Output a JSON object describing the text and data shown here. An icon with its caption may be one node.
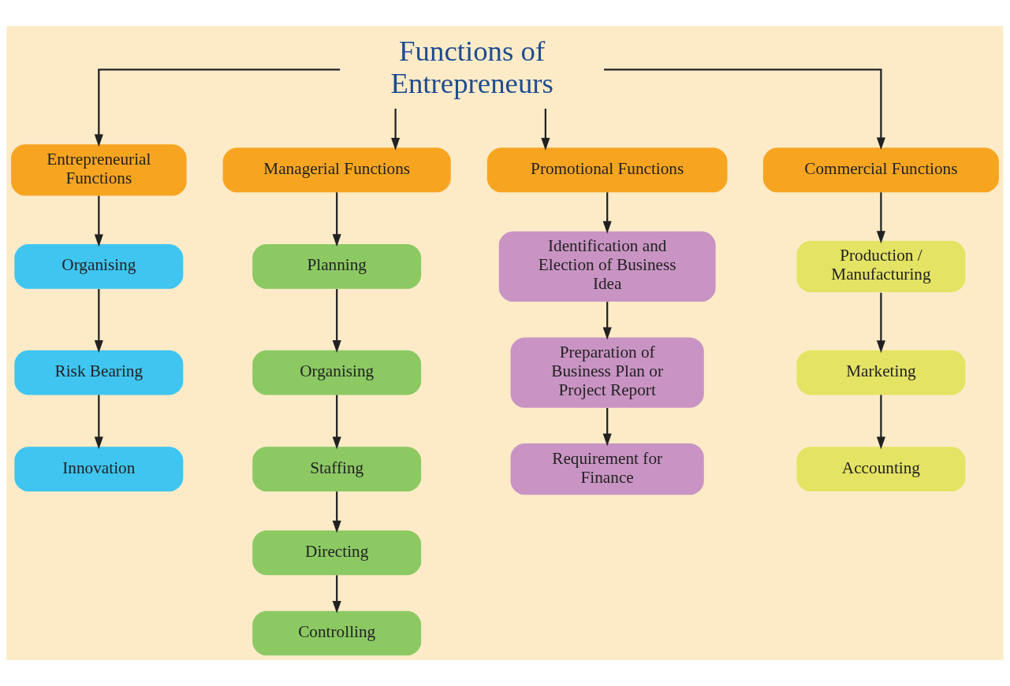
{
  "diagram": {
    "nodes": [
      {
        "text": [
          "Functions of Entrepreneurs"
        ]
      },
      {
        "text": [
          "Entrepreneurial Functions"
        ]
      },
      {
        "text": [
          "Organising"
        ]
      },
      {
        "text": [
          "Risk Bearing"
        ]
      },
      {
        "text": [
          "Innovation"
        ]
      },
      {
        "text": [
          "Managerial Functions"
        ]
      },
      {
        "text": [
          "Planning"
        ]
      },
      {
        "text": [
          "Organising"
        ]
      },
      {
        "text": [
          "Staffing"
        ]
      },
      {
        "text": [
          "Directing"
        ]
      },
      {
        "text": [
          "Controlling"
        ]
      },
      {
        "text": [
          "Promotional Functions"
        ]
      },
      {
        "text": [
          "Identification and Election of Business Idea"
        ]
      },
      {
        "text": [
          "Preparation of Business Plan or Project Report"
        ]
      },
      {
        "text": [
          "Requirement for Finance"
        ]
      },
      {
        "text": [
          "Commercial Functions"
        ]
      },
      {
        "text": [
          "Production / Manufacturing"
        ]
      },
      {
        "text": [
          "Marketing"
        ]
      },
      {
        "text": [
          "Accounting"
        ]
      }
    ],
    "edges": [
      {
        "from": 0,
        "to": 1,
        "arrow": "to"
      },
      {
        "from": 0,
        "to": 5,
        "arrow": "to"
      },
      {
        "from": 0,
        "to": 11,
        "arrow": "to"
      },
      {
        "from": 0,
        "to": 15,
        "arrow": "to"
      },
      {
        "from": 1,
        "to": 2,
        "arrow": "to"
      },
      {
        "from": 2,
        "to": 3,
        "arrow": "to"
      },
      {
        "from": 3,
        "to": 4,
        "arrow": "to"
      },
      {
        "from": 5,
        "to": 6,
        "arrow": "to"
      },
      {
        "from": 6,
        "to": 7,
        "arrow": "to"
      },
      {
        "from": 7,
        "to": 8,
        "arrow": "to"
      },
      {
        "from": 8,
        "to": 9,
        "arrow": "to"
      },
      {
        "from": 9,
        "to": 10,
        "arrow": "to"
      },
      {
        "from": 11,
        "to": 12,
        "arrow": "to"
      },
      {
        "from": 12,
        "to": 13,
        "arrow": "to"
      },
      {
        "from": 13,
        "to": 14,
        "arrow": "to"
      },
      {
        "from": 15,
        "to": 16,
        "arrow": "to"
      },
      {
        "from": 16,
        "to": 17,
        "arrow": "to"
      },
      {
        "from": 17,
        "to": 18,
        "arrow": "to"
      }
    ]
  }
}
